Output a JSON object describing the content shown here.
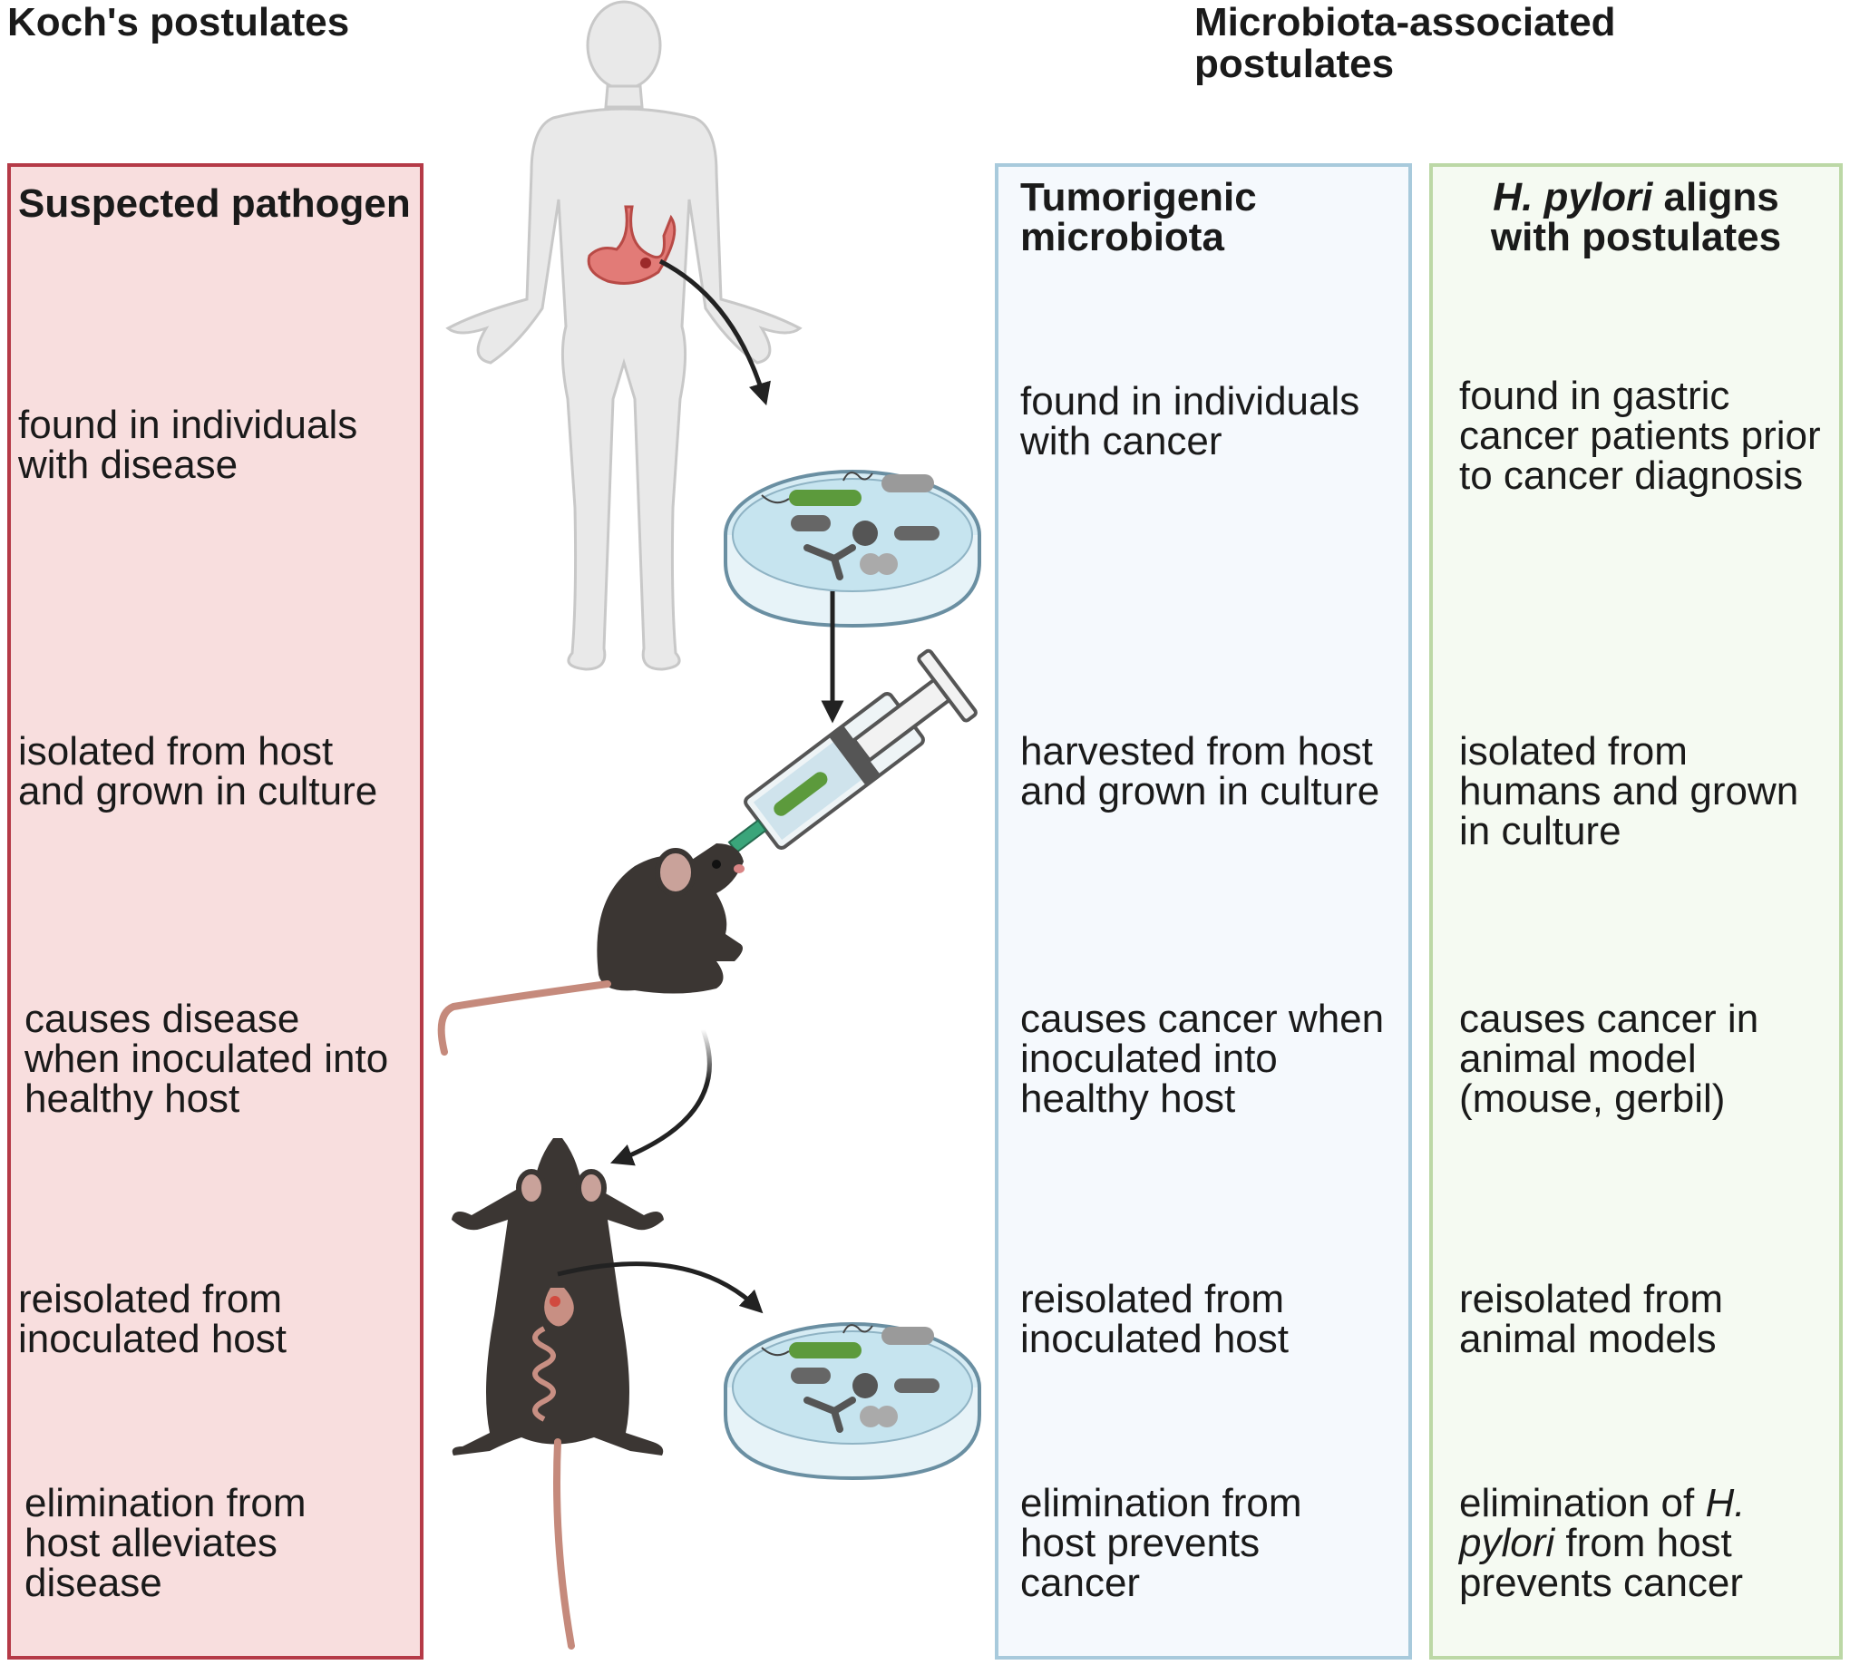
{
  "headings": {
    "koch": "Koch's postulates",
    "microbiota": "Microbiota-associated\npostulates"
  },
  "koch_column": {
    "title": "Suspected pathogen",
    "items": [
      "found in individuals\nwith disease",
      "isolated from host\nand grown in culture",
      "causes disease\nwhen inoculated into\nhealthy host",
      "reisolated from\ninoculated host",
      "elimination from\nhost alleviates\ndisease"
    ]
  },
  "microbiota_column": {
    "title": "Tumorigenic\nmicrobiota",
    "items": [
      "found in individuals\nwith cancer",
      "harvested from host\nand grown in culture",
      "causes cancer when\ninoculated into\nhealthy host",
      "reisolated from\ninoculated host",
      "elimination from\nhost prevents\ncancer"
    ]
  },
  "hpylori_column": {
    "title_italic": "H. pylori",
    "title_rest": " aligns",
    "title_line2": "with postulates",
    "items": [
      "found in gastric\ncancer patients prior\nto cancer diagnosis",
      "isolated from\nhumans and grown\nin culture",
      "causes cancer in\nanimal model\n(mouse, gerbil)",
      "reisolated from\nanimal models"
    ],
    "last_item": {
      "part1": "elimination of ",
      "italic1": "H.",
      "italic2": "pylori",
      "part2": " from host",
      "line3": "prevents cancer"
    }
  },
  "colors": {
    "koch_fill": "#f8dede",
    "koch_border": "#b53a47",
    "micro_fill": "#f5f9fd",
    "micro_border": "#a8cadc",
    "hp_fill": "#f5faf2",
    "hp_border": "#bcd8a6",
    "mouse": "#3b3633",
    "arrow": "#222222"
  },
  "icons": [
    "human-body-icon",
    "stomach-icon",
    "petri-dish-icon",
    "syringe-icon",
    "mouse-icon",
    "dissected-mouse-icon",
    "bacteria-icon"
  ]
}
